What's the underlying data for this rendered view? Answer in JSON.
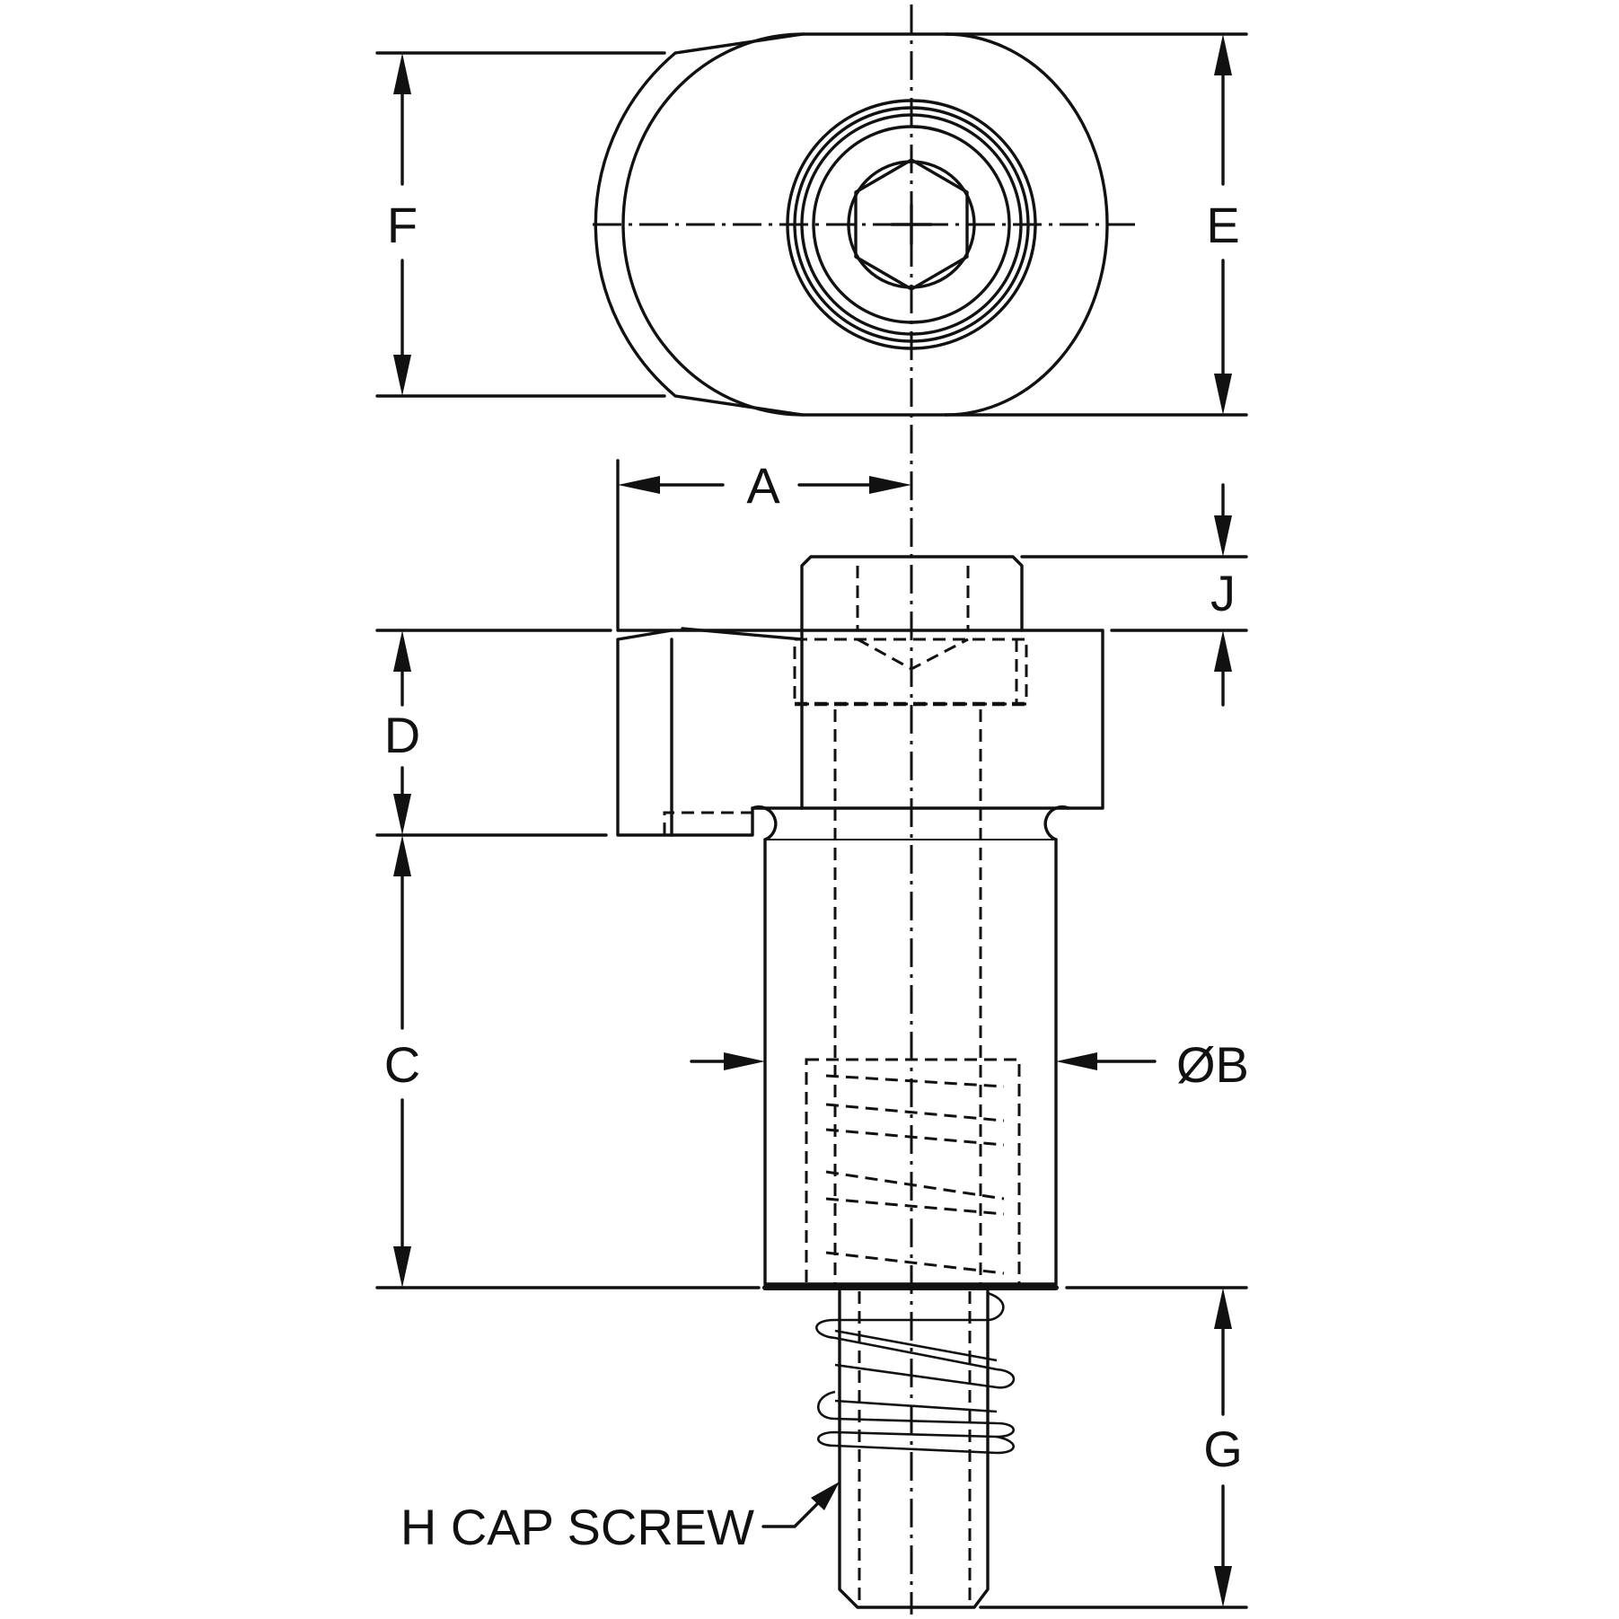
{
  "labels": {
    "a": "A",
    "b": "ØB",
    "c": "C",
    "d": "D",
    "e": "E",
    "f": "F",
    "g": "G",
    "j": "J",
    "h_cap_screw": "H CAP SCREW"
  }
}
